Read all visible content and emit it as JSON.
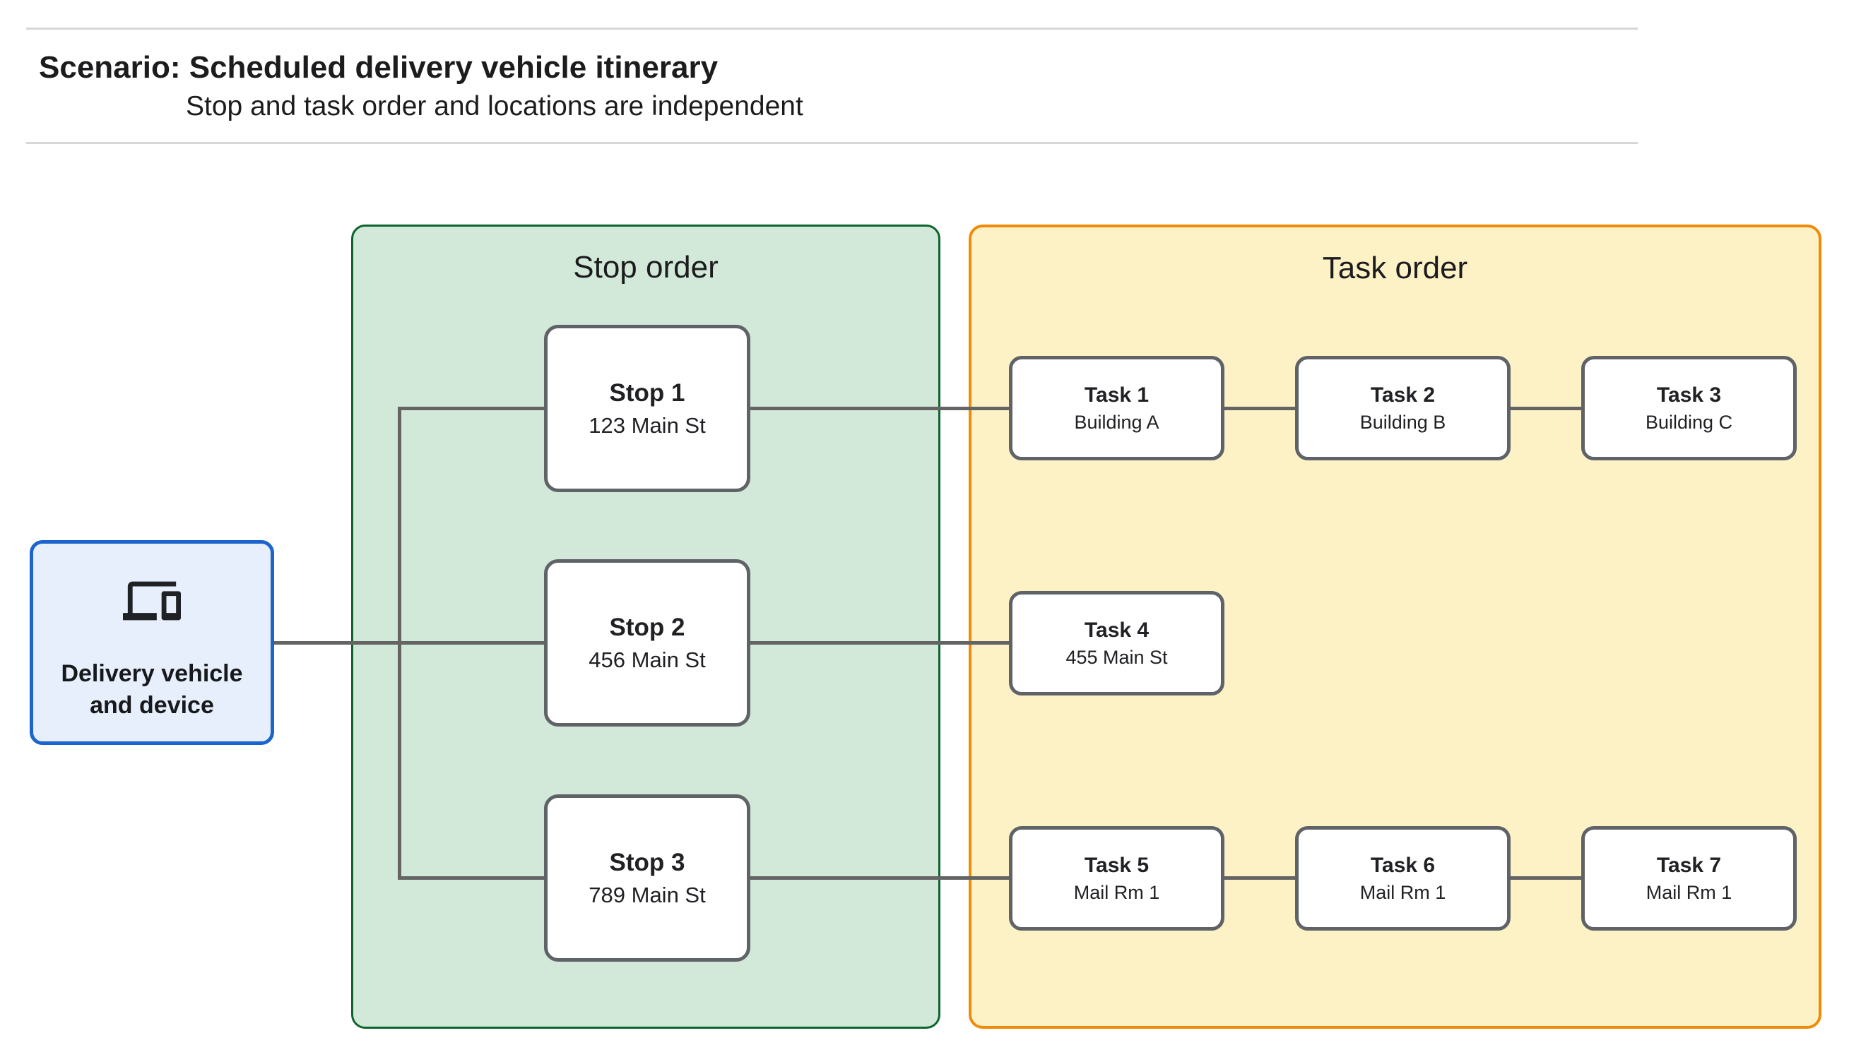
{
  "header": {
    "title": "Scenario: Scheduled delivery vehicle itinerary",
    "subtitle": "Stop and task order and locations are independent"
  },
  "source_node": {
    "icon": "devices-icon",
    "label_line1": "Delivery vehicle",
    "label_line2": "and device"
  },
  "panels": {
    "stop_order": {
      "title": "Stop order"
    },
    "task_order": {
      "title": "Task order"
    }
  },
  "stops": [
    {
      "name": "Stop 1",
      "address": "123 Main St",
      "tasks": [
        {
          "name": "Task 1",
          "location": "Building A"
        },
        {
          "name": "Task 2",
          "location": "Building B"
        },
        {
          "name": "Task 3",
          "location": "Building C"
        }
      ]
    },
    {
      "name": "Stop 2",
      "address": "456 Main St",
      "tasks": [
        {
          "name": "Task 4",
          "location": "455 Main St"
        }
      ]
    },
    {
      "name": "Stop 3",
      "address": "789 Main St",
      "tasks": [
        {
          "name": "Task 5",
          "location": "Mail Rm 1"
        },
        {
          "name": "Task 6",
          "location": "Mail Rm 1"
        },
        {
          "name": "Task 7",
          "location": "Mail Rm 1"
        }
      ]
    }
  ],
  "colors": {
    "text": "#1c1c1e",
    "divider": "#d7d7d7",
    "connector": "#646464",
    "node_border": "#5f6368",
    "stop_panel_fill": "#d2e8d8",
    "stop_panel_border": "#0d652d",
    "task_panel_fill": "#fdf1c6",
    "task_panel_border": "#ef8b09",
    "source_fill": "#e8effc",
    "source_border": "#1b63cf"
  }
}
